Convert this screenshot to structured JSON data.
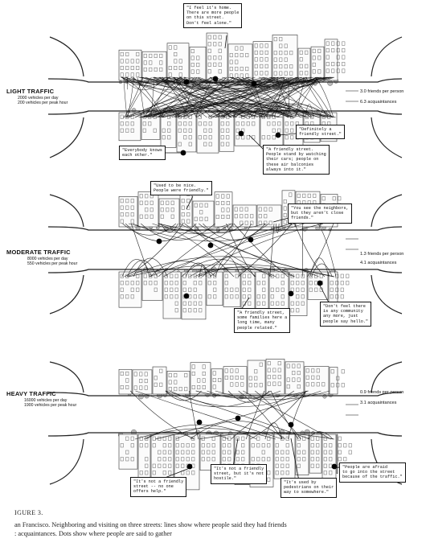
{
  "streets": [
    {
      "id": "light",
      "title": "LIGHT TRAFFIC",
      "vehicles_per_day": "2000  vehicles per day",
      "vehicles_peak": "200  vehicles per peak hour",
      "friends": "3.0 friends per person",
      "acquaintances": "6.3 acquaintances",
      "friends_value": 3.0,
      "acquaintances_value": 6.3,
      "quotes": [
        "\"I feel it's home.\nThere are more people\non this street.\nDon't feel alone.\"",
        "\"Definitely a\nfriendly street.\"",
        "\"Everybody knows\neach other.\"",
        "\"A friendly street.\nPeople stand by watching\ntheir cars; people on\nthese air balconies\nalways into it.\""
      ]
    },
    {
      "id": "moderate",
      "title": "MODERATE TRAFFIC",
      "vehicles_per_day": "8000  vehicles per day",
      "vehicles_peak": "550  vehicles per peak hour",
      "friends": "1.3 friends per person",
      "acquaintances": "4.1 acquaintances",
      "friends_value": 1.3,
      "acquaintances_value": 4.1,
      "quotes": [
        "\"Used to be nice.\nPeople were friendly.\"",
        "\"You see the neighbors,\nbut they aren't close\nfriends.\"",
        "\"A friendly street,\nsome families here a\nlong time, many\npeople related.\"",
        "\"Don't feel there\nis any community\nany more, just\npeople say hello.\""
      ]
    },
    {
      "id": "heavy",
      "title": "HEAVY TRAFFIC",
      "vehicles_per_day": "16000  vehicles per day",
      "vehicles_peak": "1900  vehicles per peak hour",
      "friends": "0.9 friends per person",
      "acquaintances": "3.1 acquaintances",
      "friends_value": 0.9,
      "acquaintances_value": 3.1,
      "quotes": [
        "\"It's not a friendly\nstreet -- no one\noffers help.\"",
        "\"It's not a friendly\nstreet, but it's not\nhostile.\"",
        "\"It's used by\npedestrians on their\nway to somewhere.\"",
        "\"People are afraid\nto go into the street\nbecause of the traffic.\""
      ]
    }
  ],
  "caption": {
    "figure": "IGURE 3.",
    "line1": "an Francisco. Neighboring and visiting on three streets: lines show where people said they had friends",
    "line2": ": acquaintances. Dots show where people are said to gather"
  }
}
